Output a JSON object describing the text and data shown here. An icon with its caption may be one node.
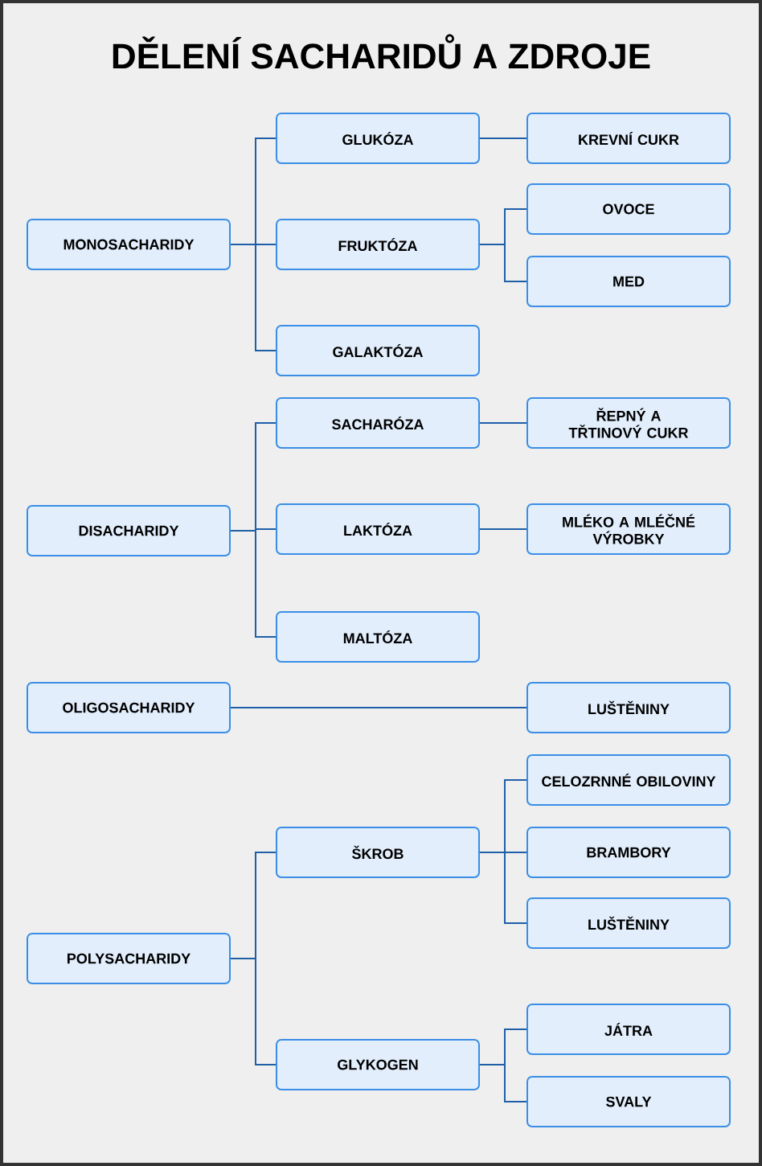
{
  "diagram": {
    "title": "DĚLENÍ SACHARIDŮ A ZDROJE",
    "nodes": [
      {
        "text": [
          "MONOSACHARIDY"
        ]
      },
      {
        "text": [
          "GLUKÓZA"
        ]
      },
      {
        "text": [
          "KREVNÍ CUKR"
        ]
      },
      {
        "text": [
          "FRUKTÓZA"
        ]
      },
      {
        "text": [
          "OVOCE"
        ]
      },
      {
        "text": [
          "MED"
        ]
      },
      {
        "text": [
          "GALAKTÓZA"
        ]
      },
      {
        "text": [
          "DISACHARIDY"
        ]
      },
      {
        "text": [
          "SACHARÓZA"
        ]
      },
      {
        "text": [
          "ŘEPNÝ A TŘTINOVÝ CUKR"
        ]
      },
      {
        "text": [
          "LAKTÓZA"
        ]
      },
      {
        "text": [
          "MLÉKO A MLÉČNÉ VÝROBKY"
        ]
      },
      {
        "text": [
          "MALTÓZA"
        ]
      },
      {
        "text": [
          "OLIGOSACHARIDY"
        ]
      },
      {
        "text": [
          "LUŠTĚNINY"
        ]
      },
      {
        "text": [
          "POLYSACHARIDY"
        ]
      },
      {
        "text": [
          "ŠKROB"
        ]
      },
      {
        "text": [
          "CELOZRNNÉ OBILOVINY"
        ]
      },
      {
        "text": [
          "BRAMBORY"
        ]
      },
      {
        "text": [
          "LUŠTĚNINY"
        ]
      },
      {
        "text": [
          "GLYKOGEN"
        ]
      },
      {
        "text": [
          "JÁTRA"
        ]
      },
      {
        "text": [
          "SVALY"
        ]
      }
    ],
    "edges": [
      {
        "from": 0,
        "to": 1,
        "arrow": "none"
      },
      {
        "from": 0,
        "to": 3,
        "arrow": "none"
      },
      {
        "from": 0,
        "to": 6,
        "arrow": "none"
      },
      {
        "from": 1,
        "to": 2,
        "arrow": "none"
      },
      {
        "from": 3,
        "to": 4,
        "arrow": "none"
      },
      {
        "from": 3,
        "to": 5,
        "arrow": "none"
      },
      {
        "from": 7,
        "to": 8,
        "arrow": "none"
      },
      {
        "from": 7,
        "to": 10,
        "arrow": "none"
      },
      {
        "from": 7,
        "to": 12,
        "arrow": "none"
      },
      {
        "from": 8,
        "to": 9,
        "arrow": "none"
      },
      {
        "from": 10,
        "to": 11,
        "arrow": "none"
      },
      {
        "from": 13,
        "to": 14,
        "arrow": "none"
      },
      {
        "from": 15,
        "to": 16,
        "arrow": "none"
      },
      {
        "from": 15,
        "to": 20,
        "arrow": "none"
      },
      {
        "from": 16,
        "to": 17,
        "arrow": "none"
      },
      {
        "from": 16,
        "to": 18,
        "arrow": "none"
      },
      {
        "from": 16,
        "to": 19,
        "arrow": "none"
      },
      {
        "from": 20,
        "to": 21,
        "arrow": "none"
      },
      {
        "from": 20,
        "to": 22,
        "arrow": "none"
      }
    ]
  }
}
